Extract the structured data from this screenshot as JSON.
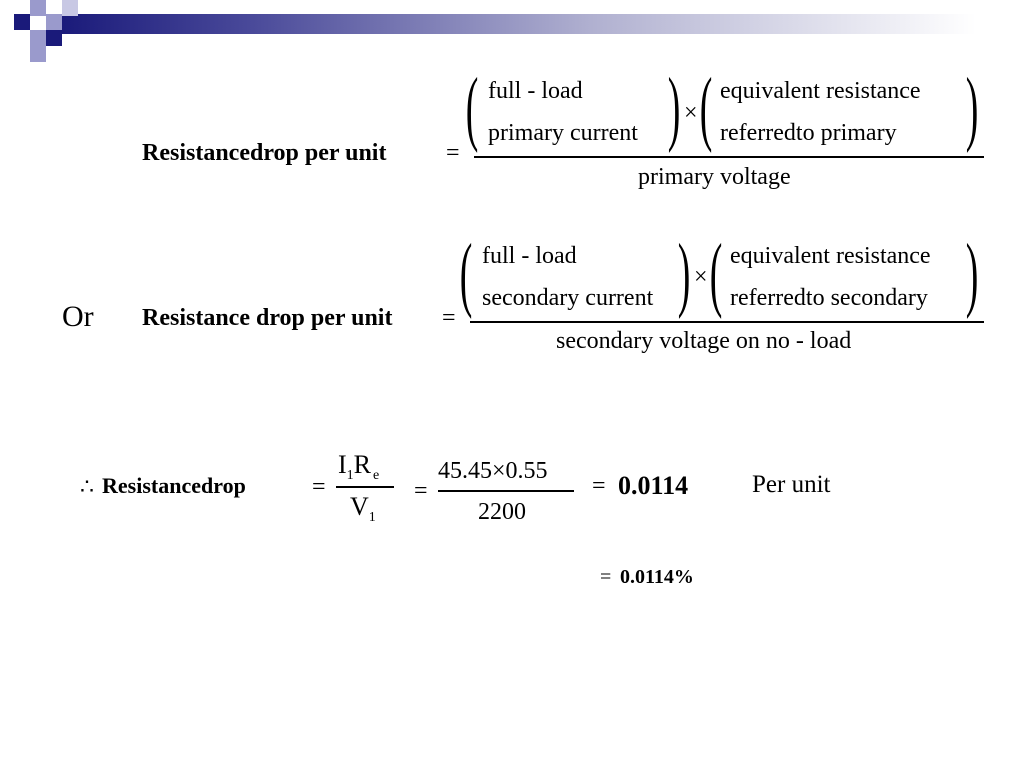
{
  "eq1": {
    "lhs": "Resistancedrop per unit",
    "eq": "=",
    "num_left_1": "full - load",
    "num_left_2": "primary current",
    "times": "×",
    "num_right_1": "equivalent resistance",
    "num_right_2": "referredto primary",
    "den": "primary voltage"
  },
  "eq2": {
    "prefix": "Or",
    "lhs": "Resistance drop per unit",
    "eq": "=",
    "num_left_1": "full - load",
    "num_left_2": "secondary current",
    "times": "×",
    "num_right_1": "equivalent resistance",
    "num_right_2": "referredto secondary",
    "den": "secondary voltage on no - load"
  },
  "eq3": {
    "therefore": "∴",
    "lhs": "Resistancedrop",
    "eq1": "=",
    "num_I": "I",
    "num_I_sub": "1",
    "num_R": "R",
    "num_R_sub": "e",
    "den_V": "V",
    "den_V_sub": "1",
    "eq2": "=",
    "num2": "45.45×0.55",
    "den2": "2200",
    "eq3": "=",
    "result": "0.0114",
    "unit": "Per unit"
  },
  "eq4": {
    "eq": "=",
    "result": "0.0114%"
  },
  "colors": {
    "header_dark": "#1a1a7a",
    "header_light": "#9a9acc"
  }
}
